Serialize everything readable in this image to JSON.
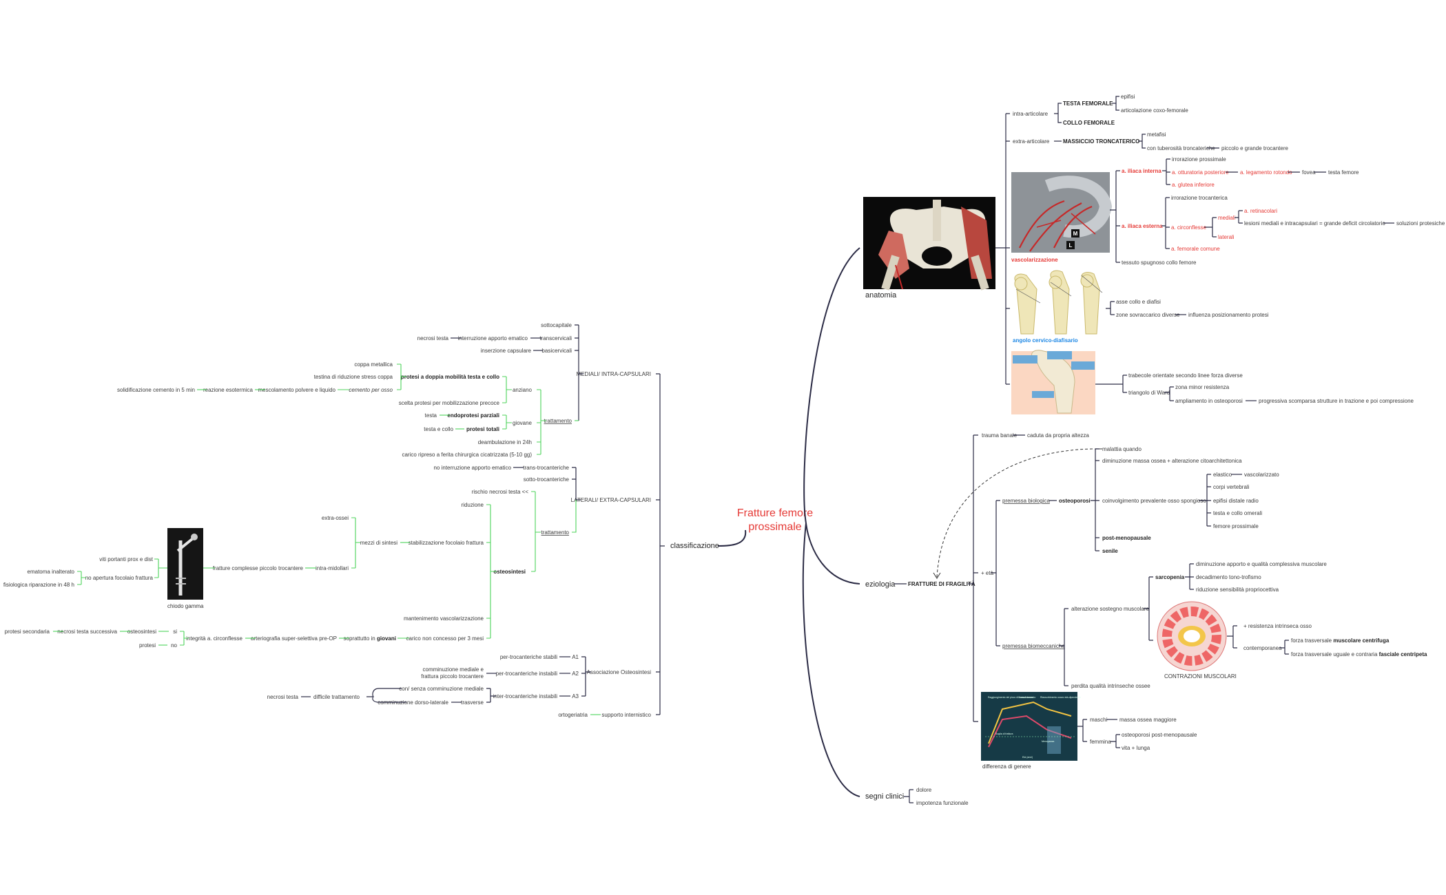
{
  "center": {
    "line1": "Fratture femore",
    "line2": "prossimale"
  },
  "top": {
    "anatomia": "anatomia",
    "eziologia": "eziologia",
    "segni": "segni clinici",
    "classificazione": "classificazione"
  },
  "anat": {
    "intra": "intra-articolare",
    "testa": "TESTA FEMORALE",
    "epifisi": "epifisi",
    "art": "articolazione coxo-femorale",
    "collo": "COLLO FEMORALE",
    "extra": "extra-articolare",
    "mass": "MASSICCIO TRONCATERICO",
    "metafisi": "metafisi",
    "tuber": "con tuberosità troncateriche",
    "piccolo": "piccolo e grande trocantere",
    "vasc": "vascolarizzazione",
    "ilint": "a. iliaca interna",
    "irr1": "irrorazione prossimale",
    "ott": "a. otturatoria posteriore",
    "leg": "a. legamento rotondo",
    "fovea": "fovea",
    "testaf": "testa femore",
    "glutea": "a. glutea inferiore",
    "ilest": "a. iliaca esterna",
    "irr2": "irrorazione trocanterica",
    "circ": "a. circonflesse",
    "mediali": "mediali",
    "retin": "a. retinacolari",
    "lesioni": "lesioni mediali e intracapsulari = grande deficit circolatorio",
    "sol": "soluzioni protesiche",
    "laterali": "laterali",
    "femcom": "a. femorale comune",
    "spug": "tessuto spugnoso collo femore",
    "angolo": "angolo cervico-diafisario",
    "asse": "asse collo e diafisi",
    "zone": "zone sovraccarico diverse",
    "infl": "influenza posizionamento protesi",
    "trab": "trabecole orientate secondo linee forza diverse",
    "ward": "triangolo di Ward",
    "zona": "zona minor resistenza",
    "ampl": "ampliamento in osteoporosi",
    "prog": "progressiva scomparsa strutture in trazione e poi compressione",
    "imgM": "M",
    "imgL": "L"
  },
  "ezio": {
    "trauma": "trauma banale",
    "caduta": "caduta da propria altezza",
    "fragil": "FRATTURE DI FRAGILITÀ",
    "ed": "+ età",
    "mal": "malattia quando",
    "dim": "diminuzione massa ossea + alterazione citoarchitettonica",
    "biol": "premessa biologica",
    "osteop": "osteoporosi",
    "coinv": "coinvolgimento prevalente osso spongioso",
    "elastico": "elastico",
    "vascol": "vascolarizzato",
    "corpi": "corpi vertebrali",
    "epifisi": "epifisi distale radio",
    "testaco": "testa e collo omerali",
    "femore": "femore prossimale",
    "post": "post-menopausale",
    "senile": "senile",
    "biom": "premessa biomeccaniche",
    "alter": "alterazione sostegno muscolare",
    "sarc": "sarcopenia",
    "dimapp": "diminuzione apporto e qualità complessiva muscolare",
    "decad": "decadimento tono-trofismo",
    "ridsens": "riduzione sensibilità propriocettiva",
    "contr": "CONTRAZIONI MUSCOLARI",
    "res": "+ resistenza intrinseca osso",
    "contemp": "contemporanea",
    "f1a": "forza trasversale ",
    "f1b": "muscolare centrifuga",
    "f2a": "forza trasversale uguale e contraria ",
    "f2b": "fasciale centripeta",
    "perdita": "perdita qualità intrinseche ossee",
    "diff": "differenza di genere",
    "maschi": "maschi",
    "massa": "massa ossea maggiore",
    "femmina": "femmina",
    "ostpm": "osteoporosi post-menopausale",
    "vita": "vita + lunga",
    "g1": "Raggiungimento del picco di massa ossea",
    "g2": "Consolidamento",
    "g3": "Riassorbimento osseo età-dipendente",
    "g4": "Soglia di frattura",
    "g5": "Menopausa",
    "g6": "Età (anni)"
  },
  "segni": {
    "dolore": "dolore",
    "impot": "impotenza funzionale"
  },
  "classi": {
    "med": "MEDIALI/ INTRA-CAPSULARI",
    "sottocap": "sottocapitale",
    "necrosi": "necrosi testa",
    "interr": "interruzione apporto ematico",
    "transcerv": "transcervicali",
    "inserz": "inserzione capsulare",
    "basicerv": "basicervicali",
    "tratt": "trattamento",
    "anziano": "anziano",
    "coppa": "coppa metallica",
    "testina": "testina di riduzione stress coppa",
    "protesi": "protesi a doppia mobilità testa e collo",
    "cemento": "cemento per osso",
    "mesc": "mescolamento polvere e liquido",
    "reaz": "reazione esotermica",
    "solid": "solidificazione cemento in 5 min",
    "scelta": "scelta protesi per mobilizzazione precoce",
    "giovane": "giovane",
    "testa": "testa",
    "endo": "endoprotesi parziali",
    "testacollo": "testa e collo",
    "totali": "protesi totali",
    "deamb": "deambulazione in 24h",
    "carico": "carico ripreso a ferita chirurgica cicatrizzata (5-10 gg)",
    "lat": "LATERALI/ EXTRA-CAPSULARI",
    "noint": "no interruzione apporto ematico",
    "trans": "trans-trocanteriche",
    "sotto": "sotto-trocanteriche",
    "rischio": "rischio necrosi testa <<",
    "tratt2": "trattamento",
    "riduz": "riduzione",
    "osteo": "osteosintesi",
    "extraossei": "extra-ossei",
    "mezzi": "mezzi di sintesi",
    "stab": "stabilizzazione focolaio frattura",
    "intram": "intra-midollari",
    "complesse": "fratture complesse piccolo trocantere",
    "chiodo": "chiodo gamma",
    "viti": "viti portanti prox e dist",
    "noap": "no apertura focolaio frattura",
    "emat": "ematoma inalterato",
    "fisio": "fisiologica riparazione in 48 h",
    "mant": "mantenimento vascolarizzazione",
    "integ": "integrità a. circonflesse",
    "arter": "arteriografia super-selettiva pre-OP",
    "sopr1": "soprattutto in ",
    "sopr2": "giovani",
    "cariconon": "carico non concesso per 3 mesi",
    "protsec": "protesi secondaria",
    "necsuc": "necrosi testa successiva",
    "osteos2": "osteosintesi",
    "si": "si",
    "protesi2": "protesi",
    "no": "no",
    "assoc": "Associazione Osteosintesi",
    "a1": "A1",
    "a2": "A2",
    "a3": "A3",
    "perstab": "per-trocanteriche stabili",
    "perinst": "per-trocanteriche instabili",
    "comm1": "comminuzione mediale e",
    "comm2": "frattura piccolo trocantere",
    "inter": "inter-trocanteriche instabili",
    "consenza": "con/ senza comminuzione mediale",
    "commdl": "comminuzione dorso-laterale",
    "trasverse": "trasverse",
    "diff": "difficile trattamento",
    "necr2": "necrosi testa",
    "orto": "ortogeriatria",
    "supp": "supporto internistico"
  },
  "colors": {
    "accent": "#e53935",
    "lines": "#2a2a44",
    "green": "#4cd35a",
    "blue": "#1e88e5"
  }
}
